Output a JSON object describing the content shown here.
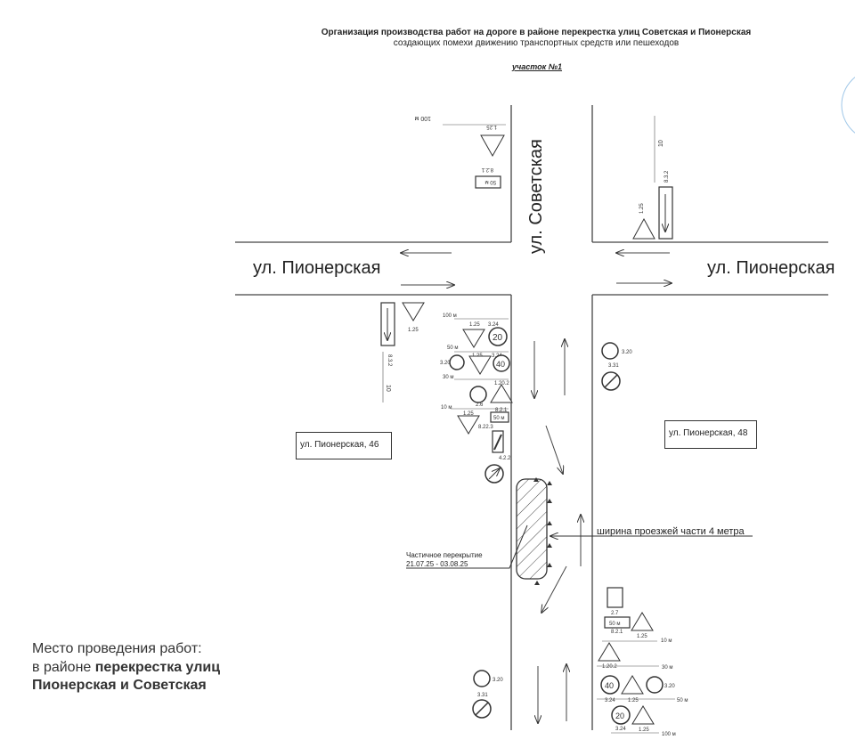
{
  "title_line1": "Организация производства работ на дороге в районе перекрестка улиц Советская и Пионерская",
  "title_line2": "создающих помехи движению транспортных средств или пешеходов",
  "section_label": "участок №1",
  "streets": {
    "pionerskaya_left": "ул. Пионерская",
    "pionerskaya_right": "ул. Пионерская",
    "sovetskaya": "ул. Советская"
  },
  "buildings": {
    "b46": "ул. Пионерская, 46",
    "b48": "ул. Пионерская, 48"
  },
  "roadway_width_label": "ширина проезжей части 4 метра",
  "closure": {
    "label": "Частичное перекрытие",
    "dates": "21.07.25 - 03.08.25"
  },
  "work_place": {
    "line1": "Место проведения работ:",
    "line2_prefix": "в районе ",
    "line2_bold": "перекрестка улиц",
    "line3": "Пионерская и Советская"
  },
  "signs": {
    "s_1_25": "1.25",
    "s_8_3_2": "8.3.2",
    "s_8_2_1": "8.2.1",
    "s_3_24": "3.24",
    "s_3_20": "3.20",
    "s_3_31": "3.31",
    "s_2_6": "2.6",
    "s_2_7": "2.7",
    "s_1_20_2": "1.20.2",
    "s_4_2_2": "4.2.2",
    "s_8_22_3": "8.22.3",
    "speed_20": "20",
    "speed_40": "40",
    "dist_100m": "100 м",
    "dist_50m": "50 м",
    "dist_30m": "30 м",
    "dist_10m": "10 м",
    "dist_10": "10"
  }
}
